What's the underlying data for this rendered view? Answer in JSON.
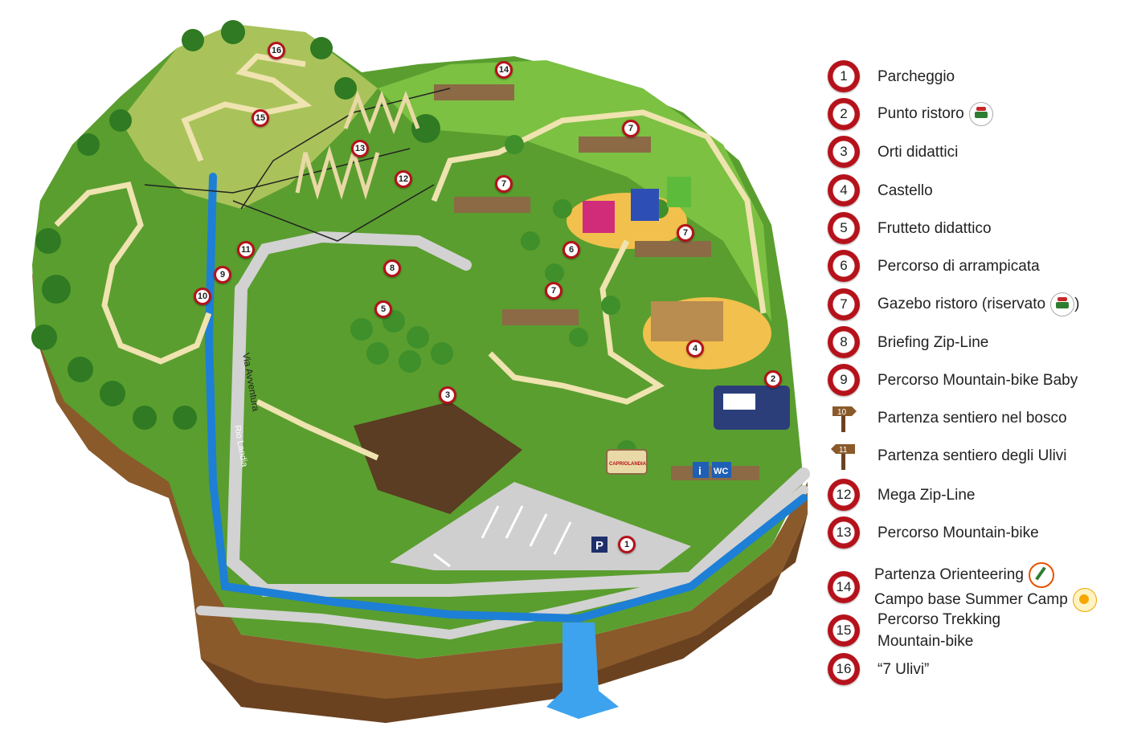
{
  "map": {
    "road_label": "Via Avventura",
    "river_label": "Rio Landia",
    "park_sign": "CAPRIOLANDIA",
    "parking_symbol": "P",
    "wc_label": "WC",
    "info_label": "i",
    "colors": {
      "grass": "#5a9e2f",
      "grass_light": "#7cc142",
      "cliff": "#8a5a2b",
      "cliff_dark": "#6b4220",
      "path": "#efe3b0",
      "road": "#d2d2d2",
      "river": "#1e7fd6",
      "marker_red": "#b5121b"
    },
    "markers": [
      "16",
      "15",
      "14",
      "13",
      "12",
      "11",
      "10",
      "9",
      "8",
      "7",
      "7",
      "7",
      "7",
      "6",
      "5",
      "4",
      "3",
      "2",
      "1"
    ]
  },
  "legend": {
    "items": [
      {
        "num": "1",
        "label": "Parcheggio"
      },
      {
        "num": "2",
        "label": "Punto ristoro",
        "icon": "food-icon"
      },
      {
        "num": "3",
        "label": "Orti didattici"
      },
      {
        "num": "4",
        "label": "Castello"
      },
      {
        "num": "5",
        "label": "Frutteto didattico"
      },
      {
        "num": "6",
        "label": "Percorso di arrampicata"
      },
      {
        "num": "7",
        "label": "Gazebo ristoro (riservato",
        "label_suffix": ")",
        "icon": "food-icon"
      },
      {
        "num": "8",
        "label": "Briefing Zip-Line"
      },
      {
        "num": "9",
        "label": "Percorso Mountain-bike Baby"
      },
      {
        "num": "10",
        "label": "Partenza sentiero nel bosco",
        "sign": true
      },
      {
        "num": "11",
        "label": "Partenza sentiero degli Ulivi",
        "sign": true
      },
      {
        "num": "12",
        "label": "Mega Zip-Line"
      },
      {
        "num": "13",
        "label": "Percorso Mountain-bike"
      },
      {
        "num": "14",
        "label": "Partenza Orienteering",
        "label2": "Campo base Summer Camp",
        "icon": "compass-icon",
        "icon2": "sun-icon"
      },
      {
        "num": "15",
        "label": "Percorso Trekking",
        "label2": "Mountain-bike"
      },
      {
        "num": "16",
        "label": "“7 Ulivi”"
      }
    ]
  }
}
